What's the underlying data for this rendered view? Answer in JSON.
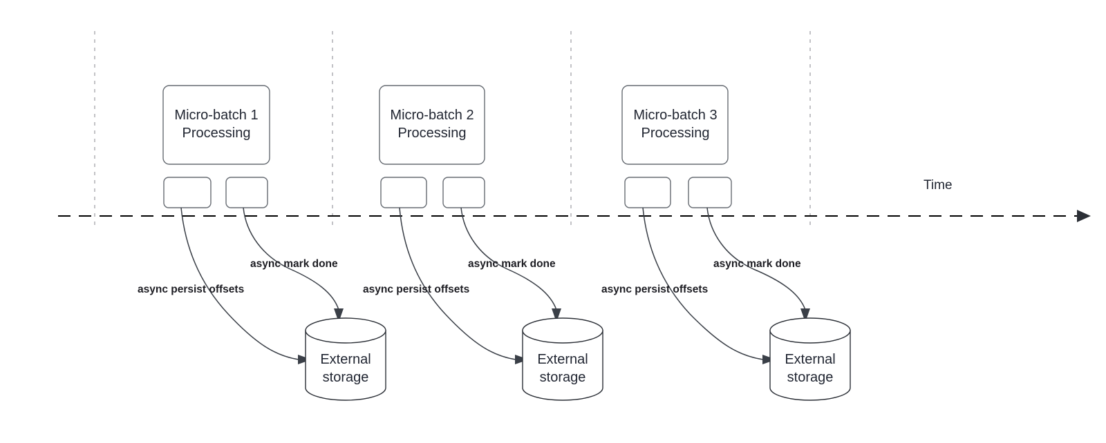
{
  "diagram": {
    "title_axis_label": "Time",
    "colors": {
      "background": "#ffffff",
      "node_stroke": "#666b72",
      "cylinder_stroke": "#2b2f36",
      "tick_stroke": "#b3b3b8",
      "timeline_stroke": "#000000",
      "edge_stroke": "#3a3f47",
      "text": "#1f2430",
      "label_text": "#1c1c22"
    },
    "groups": [
      {
        "id": "micro-batch-1",
        "process_line1": "Micro-batch 1",
        "process_line2": "Processing",
        "task_a_label": "",
        "task_b_label": "",
        "edge_persist_label": "async persist offsets",
        "edge_mark_label": "async mark done",
        "storage_line1": "External",
        "storage_line2": "storage"
      },
      {
        "id": "micro-batch-2",
        "process_line1": "Micro-batch 2",
        "process_line2": "Processing",
        "task_a_label": "",
        "task_b_label": "",
        "edge_persist_label": "async persist offsets",
        "edge_mark_label": "async mark done",
        "storage_line1": "External",
        "storage_line2": "storage"
      },
      {
        "id": "micro-batch-3",
        "process_line1": "Micro-batch 3",
        "process_line2": "Processing",
        "task_a_label": "",
        "task_b_label": "",
        "edge_persist_label": "async persist offsets",
        "edge_mark_label": "async mark done",
        "storage_line1": "External",
        "storage_line2": "storage"
      }
    ]
  }
}
